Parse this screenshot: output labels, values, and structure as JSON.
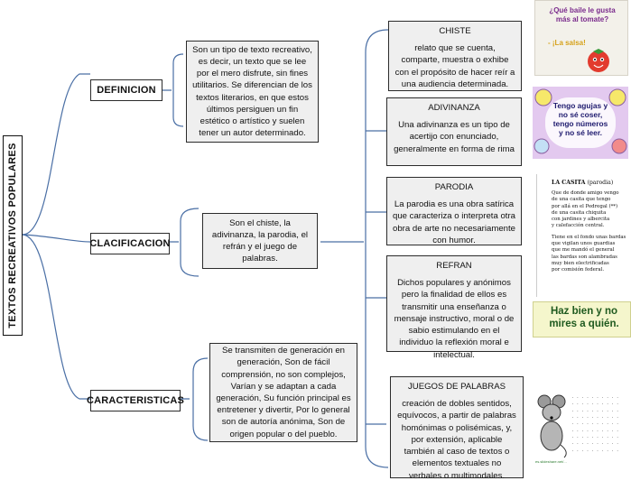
{
  "title": "TEXTOS RECREATIVOS  POPULARES",
  "branches": {
    "definicion": {
      "label": "DEFINICION",
      "text": "Son un tipo de texto recreativo, es decir, un texto que se lee por el mero disfrute, sin fines utilitarios. Se diferencian de los textos literarios, en que estos últimos persiguen un fin estético o artístico y suelen tener un autor determinado."
    },
    "clasificacion": {
      "label": "CLACIFICACION",
      "text": "Son el chiste, la adivinanza, la parodia, el refrán y el juego de palabras."
    },
    "caracteristicas": {
      "label": "CARACTERISTICAS",
      "text": "Se transmiten de generación en generación, Son de fácil comprensión, no son complejos, Varían y se adaptan a cada generación, Su función principal es entretener y divertir, Por lo general son de autoría anónima, Son de origen popular o del pueblo."
    }
  },
  "types": [
    {
      "title": "CHISTE",
      "text": "relato que se cuenta, comparte, muestra o exhibe con el propósito de hacer reír a una audiencia determinada."
    },
    {
      "title": "ADIVINANZA",
      "text": "Una adivinanza es un tipo de acertijo con enunciado, generalmente en forma de rima"
    },
    {
      "title": "PARODIA",
      "text": "La parodia es una obra satírica que caracteriza o interpreta otra obra de arte no necesariamente con humor."
    },
    {
      "title": "REFRAN",
      "text": "Dichos populares y anónimos pero la finalidad de ellos es transmitir una enseñanza o mensaje instructivo, moral o de sabio estimulando en el individuo la reflexión moral e intelectual."
    },
    {
      "title": "JUEGOS DE PALABRAS",
      "text": "creación de dobles sentidos, equívocos, a partir de palabras homónimas o polisémicas, y, por extensión, aplicable también al caso de textos o elementos textuales no verbales o multimodales."
    }
  ],
  "images": {
    "chiste": {
      "line1": "¿Qué baile le gusta",
      "line2": "más al tomate?",
      "line3": "- ¡La salsa!"
    },
    "adivinanza": {
      "line1": "Tengo agujas y",
      "line2": "no sé coser,",
      "line3": "tengo números",
      "line4": "y no sé leer."
    },
    "parodia": {
      "title": "LA CASITA",
      "subtitle": "(parodia)",
      "stanza1": [
        "Que de donde amigo vengo",
        "de una casita que tengo",
        "por allá en el Pedregal (**)",
        "de una casita chiquita",
        "con jardines y albercita",
        "y calefacción central."
      ],
      "stanza2": [
        "Tiene en el fondo unas bardas",
        "que vigilan unos guardias",
        "que me mandó el general",
        "las bardas son alambradas",
        "muy bien electrificadas",
        "por comisión federal."
      ]
    },
    "refran": {
      "line1": "Haz bien y no",
      "line2": "mires a quién."
    },
    "juegos": {
      "credit": "es.slideshare.net/..."
    }
  },
  "colors": {
    "box_fill": "#efefef",
    "border": "#2b2b2b",
    "connector": "#4a6fa5",
    "refran_bg": "#f5f6cc",
    "refran_text": "#1f5a1f",
    "adivinanza_bg": "#e3c9ef",
    "adivinanza_text": "#1e1a6e",
    "chiste_bg": "#f3f1ea",
    "chiste_question": "#7a2b8c",
    "chiste_answer": "#d6a21b",
    "tomato": "#e23b2e"
  }
}
